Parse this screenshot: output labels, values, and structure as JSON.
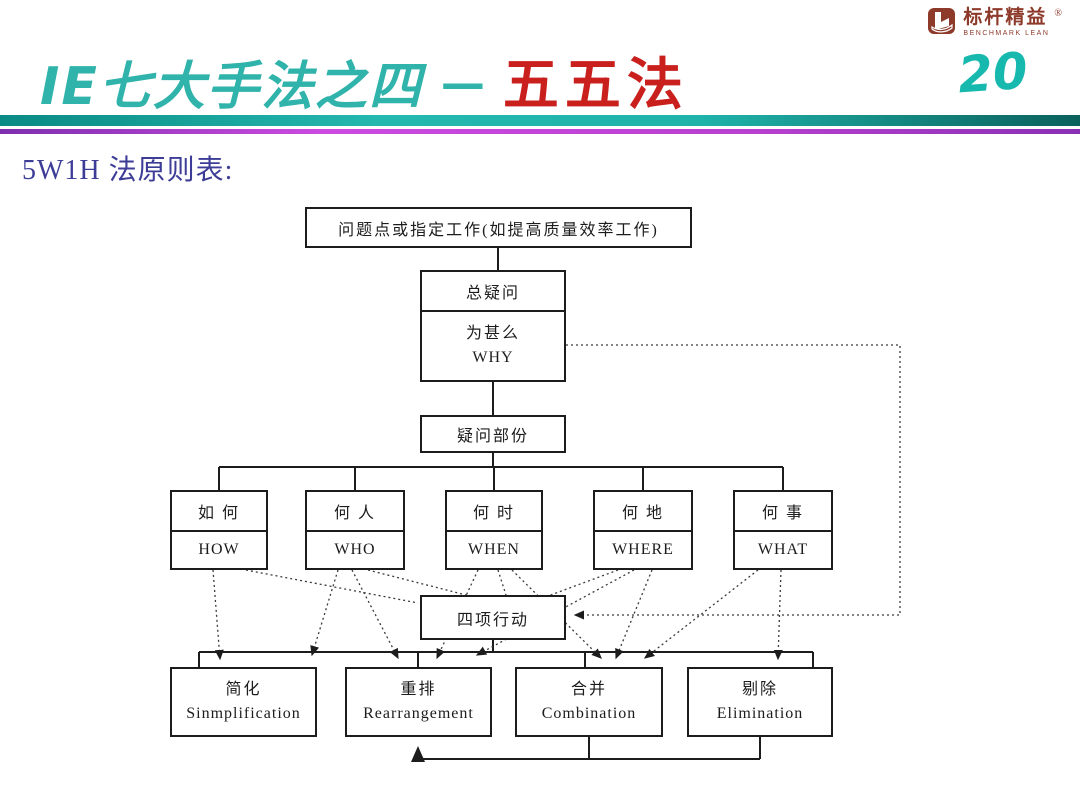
{
  "header": {
    "title_main": "IE七大手法之四",
    "title_dash": "—",
    "title_accent": "五五法",
    "page_number": "20",
    "logo": {
      "zh": "标杆精益",
      "reg": "®",
      "en": "BENCHMARK LEAN"
    }
  },
  "subtitle": "5W1H 法原则表:",
  "colors": {
    "title_teal": "#2fb3ab",
    "title_red": "#c9201d",
    "page_teal": "#17b9ae",
    "bar_teal": "#1fb3aa",
    "bar_purple": "#b83fd0",
    "subtitle_blue": "#3d3d97",
    "logo_red": "#8e3a2b",
    "line_black": "#1c1c1c"
  },
  "diagram": {
    "problem_box": "问题点或指定工作(如提高质量效率工作)",
    "why_box": {
      "title": "总疑问",
      "zh": "为甚么",
      "en": "WHY"
    },
    "question_part_box": "疑问部份",
    "w_boxes": [
      {
        "zh": "如  何",
        "en": "HOW"
      },
      {
        "zh": "何  人",
        "en": "WHO"
      },
      {
        "zh": "何  时",
        "en": "WHEN"
      },
      {
        "zh": "何  地",
        "en": "WHERE"
      },
      {
        "zh": "何  事",
        "en": "WHAT"
      }
    ],
    "actions_box": "四项行动",
    "action_boxes": [
      {
        "zh": "简化",
        "en": "Sinmplification"
      },
      {
        "zh": "重排",
        "en": "Rearrangement"
      },
      {
        "zh": "合并",
        "en": "Combination"
      },
      {
        "zh": "剔除",
        "en": "Elimination"
      }
    ]
  }
}
